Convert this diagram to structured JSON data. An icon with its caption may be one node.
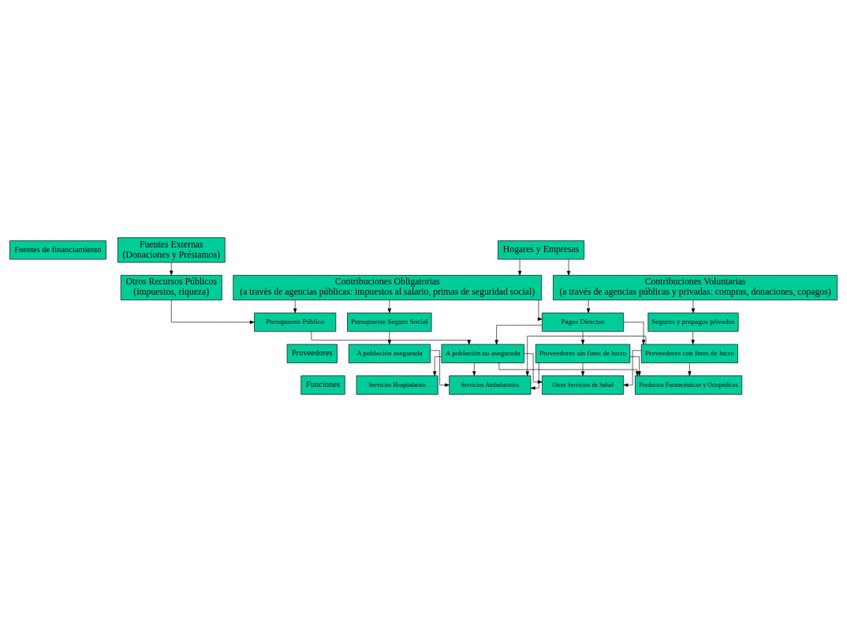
{
  "diagram": {
    "nodes": [
      {
        "text": [
          "Fuentes de financiamiento"
        ]
      },
      {
        "text": [
          "Proveedores"
        ]
      },
      {
        "text": [
          "Funciones"
        ]
      },
      {
        "text": [
          "Fuentes Externas",
          "(Donaciones y Préstamos)"
        ]
      },
      {
        "text": [
          "Hogares y Empresas"
        ]
      },
      {
        "text": [
          "Otros Recursos Públicos",
          "(impuestos, riqueza)"
        ]
      },
      {
        "text": [
          "Contribuciones Obligatorias",
          "(a través de agencias públicas: impuestos al salario, primas de seguridad social)"
        ]
      },
      {
        "text": [
          "Contribuciones Voluntarias",
          "(a través de agencias públicas y privadas: compras, donaciones, copagos)"
        ]
      },
      {
        "text": [
          "Presupuesto Público"
        ]
      },
      {
        "text": [
          "Pagos Directos"
        ]
      },
      {
        "text": [
          "Seguros y prepagos privados"
        ]
      },
      {
        "text": [
          "Presupuesto Seguro Social"
        ]
      },
      {
        "text": [
          "A población no asegurada"
        ]
      },
      {
        "text": [
          "A población asegurada"
        ]
      },
      {
        "text": [
          "Proveedores con fines de lucro"
        ]
      },
      {
        "text": [
          "Proveedores sin fines de lucro"
        ]
      },
      {
        "text": [
          "Servicios Hospitalarios"
        ]
      },
      {
        "text": [
          "Servicios Ambulatorios"
        ]
      },
      {
        "text": [
          "Productos Farmacéuticos y Ortopédicos"
        ]
      },
      {
        "text": [
          "Otros Servicios de Salud"
        ]
      }
    ],
    "edges": [
      {
        "from": 3,
        "to": 5,
        "arrow": "to"
      },
      {
        "from": 4,
        "to": 6,
        "arrow": "to"
      },
      {
        "from": 4,
        "to": 7,
        "arrow": "to"
      },
      {
        "from": 5,
        "to": 8,
        "arrow": "to"
      },
      {
        "from": 6,
        "to": 8,
        "arrow": "to"
      },
      {
        "from": 6,
        "to": 11,
        "arrow": "to"
      },
      {
        "from": 6,
        "to": 9,
        "arrow": "to"
      },
      {
        "from": 7,
        "to": 9,
        "arrow": "to"
      },
      {
        "from": 7,
        "to": 10,
        "arrow": "to"
      },
      {
        "from": 8,
        "to": 12,
        "arrow": "to"
      },
      {
        "from": 11,
        "to": 13,
        "arrow": "to"
      },
      {
        "from": 10,
        "to": 14,
        "arrow": "to"
      },
      {
        "from": 9,
        "to": 12,
        "arrow": "to"
      },
      {
        "from": 9,
        "to": 14,
        "arrow": "to"
      },
      {
        "from": 9,
        "to": 15,
        "arrow": "to"
      },
      {
        "from": 12,
        "to": 16,
        "arrow": "to"
      },
      {
        "from": 13,
        "to": 17,
        "arrow": "to"
      },
      {
        "from": 12,
        "to": 17,
        "arrow": "to"
      },
      {
        "from": 12,
        "to": 18,
        "arrow": "to"
      },
      {
        "from": 12,
        "to": 19,
        "arrow": "to"
      },
      {
        "from": 15,
        "to": 17,
        "arrow": "to"
      },
      {
        "from": 15,
        "to": 18,
        "arrow": "to"
      },
      {
        "from": 15,
        "to": 19,
        "arrow": "to"
      },
      {
        "from": 14,
        "to": 17,
        "arrow": "to"
      },
      {
        "from": 14,
        "to": 18,
        "arrow": "to"
      },
      {
        "from": 14,
        "to": 19,
        "arrow": "to"
      }
    ]
  }
}
